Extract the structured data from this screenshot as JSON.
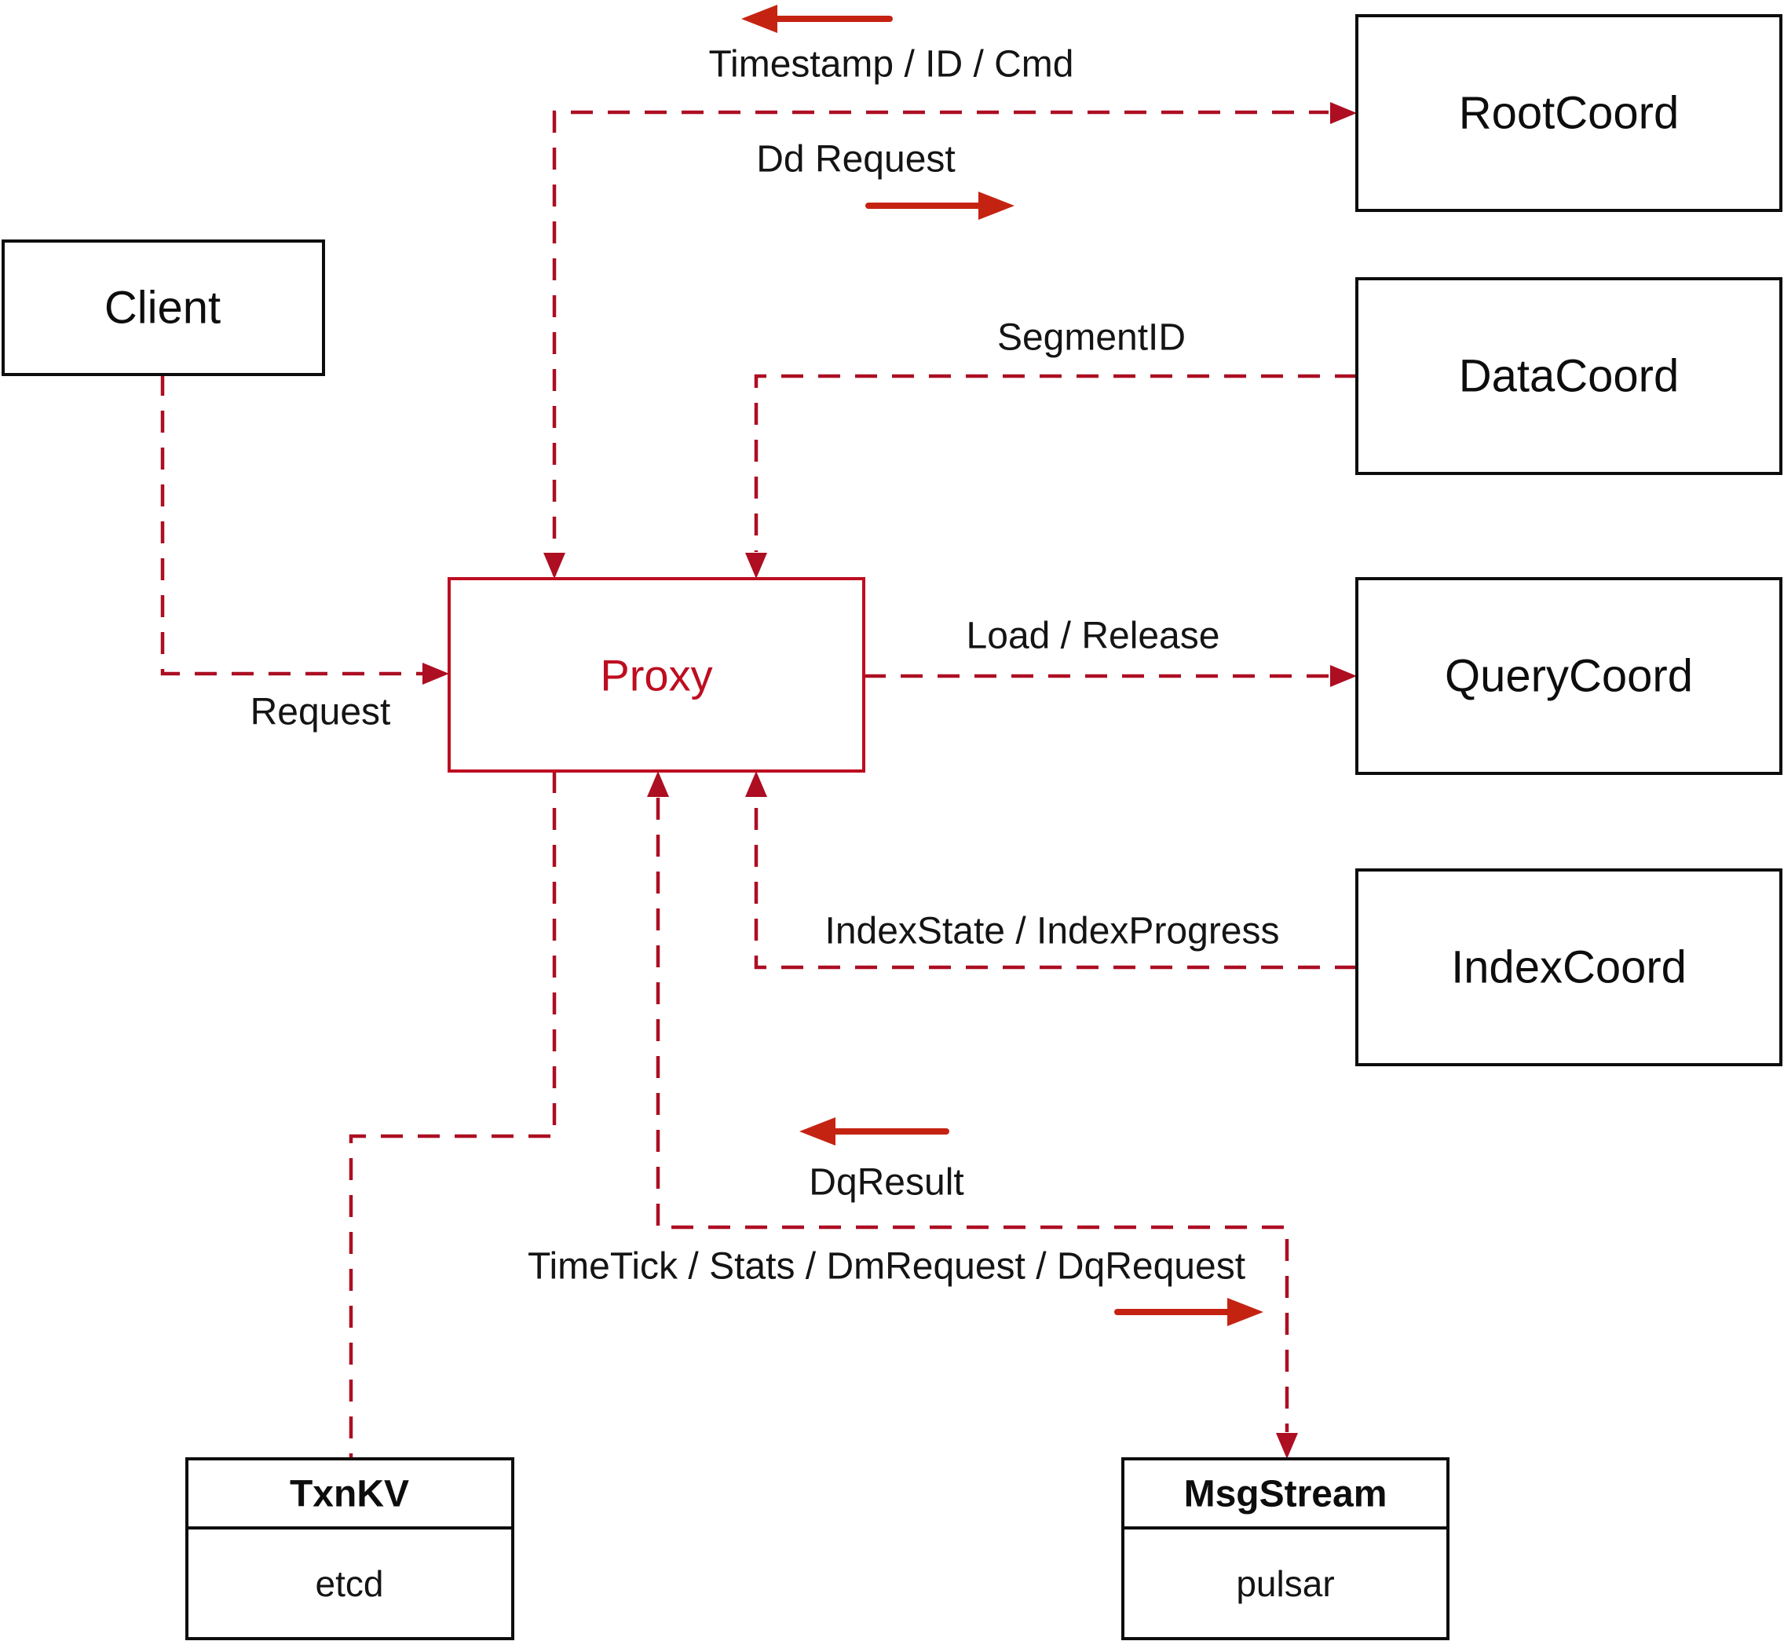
{
  "nodes": {
    "client": {
      "label": "Client"
    },
    "root_coord": {
      "label": "RootCoord"
    },
    "data_coord": {
      "label": "DataCoord"
    },
    "query_coord": {
      "label": "QueryCoord"
    },
    "index_coord": {
      "label": "IndexCoord"
    },
    "proxy": {
      "label": "Proxy"
    },
    "txn_kv": {
      "title": "TxnKV",
      "impl": "etcd"
    },
    "msg_stream": {
      "title": "MsgStream",
      "impl": "pulsar"
    }
  },
  "edges": {
    "timestamp": {
      "label": "Timestamp / ID / Cmd"
    },
    "dd_request": {
      "label": "Dd Request"
    },
    "segment_id": {
      "label": "SegmentID"
    },
    "load_release": {
      "label": "Load / Release"
    },
    "index_state": {
      "label": "IndexState / IndexProgress"
    },
    "request": {
      "label": "Request"
    },
    "dq_result": {
      "label": "DqResult"
    },
    "time_tick": {
      "label": "TimeTick / Stats / DmRequest / DqRequest"
    }
  },
  "colors": {
    "line_red": "#ad0e22",
    "arrow_red": "#c52312",
    "box_black": "#0d0d0d",
    "proxy_red": "#be0d20",
    "text_black": "#141414",
    "bg": "#ffffff"
  }
}
